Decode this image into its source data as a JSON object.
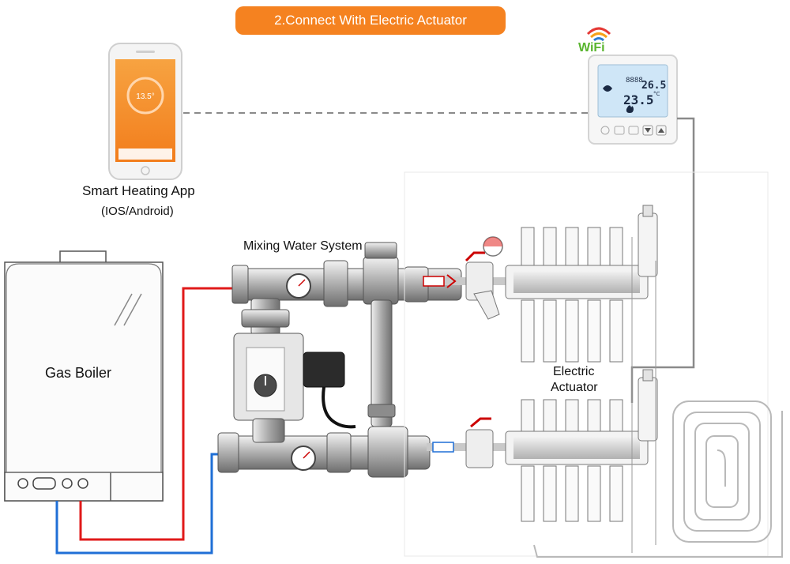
{
  "title": "2.Connect With Electric Actuator",
  "phone": {
    "label": "Smart Heating App",
    "sublabel": "(IOS/Android)",
    "screen_temp": "13.5°"
  },
  "thermostat": {
    "wifi_text": "WiFi",
    "room_temp": "23.5",
    "set_temp": "26.5",
    "temp_unit": "°C"
  },
  "boiler": {
    "label": "Gas Boiler"
  },
  "mixing": {
    "label": "Mixing Water System"
  },
  "actuator": {
    "label_line1": "Electric",
    "label_line2": "Actuator"
  },
  "colors": {
    "accent": "#f58220",
    "hot_pipe": "#e01a1a",
    "cold_pipe": "#1f6fd6",
    "signal_line": "#8a8a8a",
    "wifi_green": "#59b52f",
    "wifi_red": "#e53935",
    "wifi_orange": "#f7a21b",
    "wifi_blue": "#2b7bd1"
  }
}
